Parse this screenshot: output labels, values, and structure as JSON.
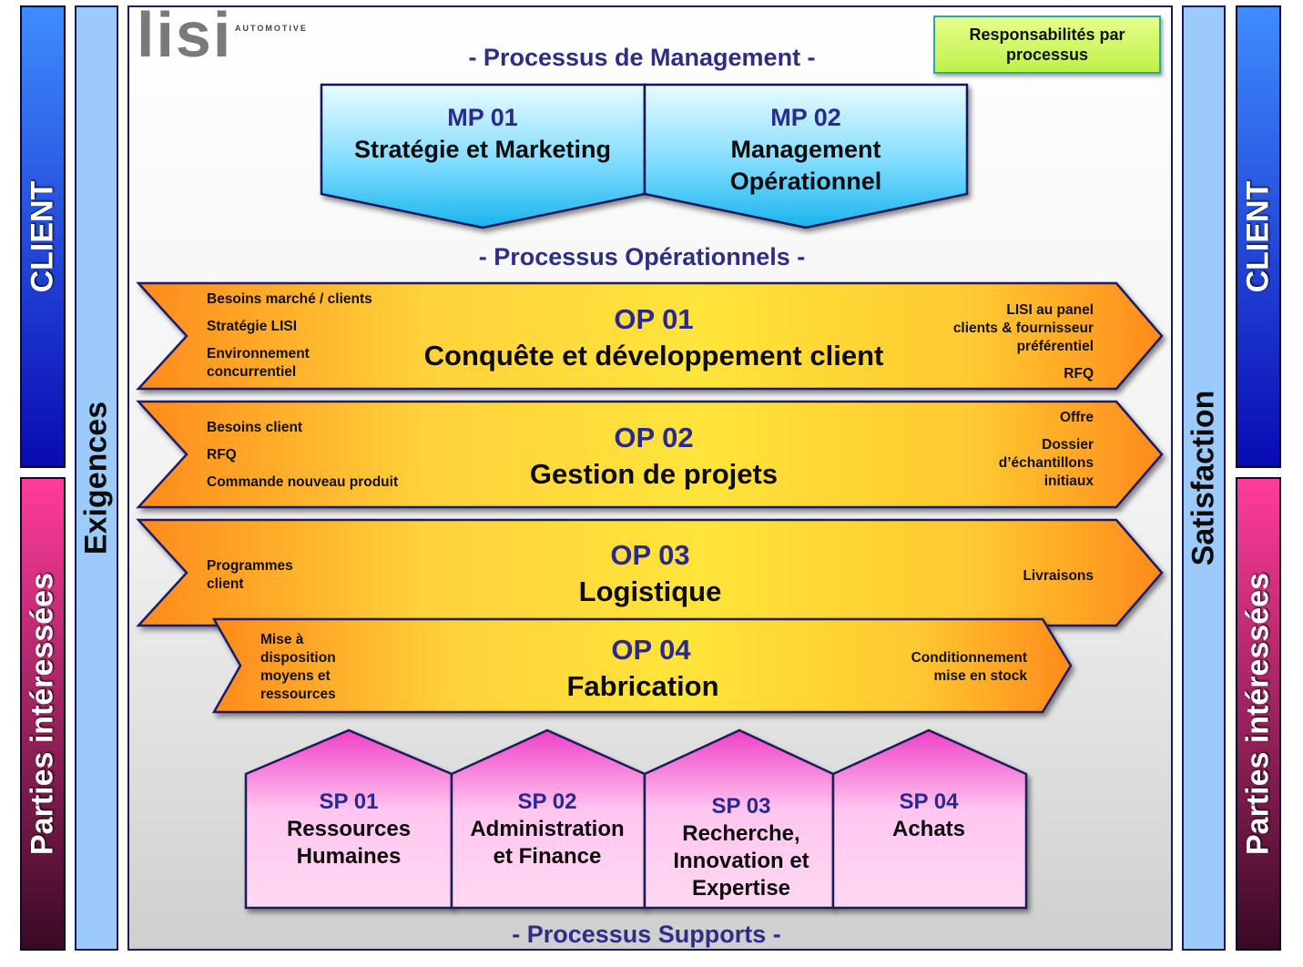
{
  "side_bars": {
    "client_left": "CLIENT",
    "client_right": "CLIENT",
    "parties_left": "Parties intéressées",
    "parties_right": "Parties intéressées",
    "exigences": "Exigences",
    "satisfaction": "Satisfaction"
  },
  "logo": {
    "brand": "lisi",
    "subbrand": "AUTOMOTIVE"
  },
  "legend_box": "Responsabilités par processus",
  "sections": {
    "management": "- Processus de Management -",
    "operational": "-  Processus Opérationnels -",
    "supports": "- Processus Supports -"
  },
  "management_processes": [
    {
      "code": "MP 01",
      "name_line1": "Stratégie et Marketing",
      "name_line2": ""
    },
    {
      "code": "MP 02",
      "name_line1": "Management",
      "name_line2": "Opérationnel"
    }
  ],
  "operational_processes": [
    {
      "code": "OP 01",
      "name": "Conquête et développement client",
      "inputs": [
        "Besoins marché / clients",
        "Stratégie LISI",
        "Environnement",
        "concurrentiel"
      ],
      "outputs": [
        "LISI au panel",
        "clients & fournisseur",
        "préférentiel",
        "RFQ"
      ]
    },
    {
      "code": "OP 02",
      "name": "Gestion de projets",
      "inputs": [
        "Besoins client",
        "RFQ",
        "Commande nouveau produit"
      ],
      "outputs": [
        "Offre",
        "Dossier",
        "d’échantillons",
        "initiaux"
      ]
    },
    {
      "code": "OP 03",
      "name": "Logistique",
      "inputs": [
        "Programmes",
        "client"
      ],
      "outputs": [
        "Livraisons"
      ]
    },
    {
      "code": "OP 04",
      "name": "Fabrication",
      "inputs": [
        "Mise à",
        "disposition",
        "moyens et",
        "ressources"
      ],
      "outputs": [
        "Conditionnement",
        "mise en stock"
      ]
    }
  ],
  "support_processes": [
    {
      "code": "SP 01",
      "lines": [
        "Ressources",
        "Humaines"
      ]
    },
    {
      "code": "SP 02",
      "lines": [
        "Administration",
        "et Finance"
      ]
    },
    {
      "code": "SP 03",
      "lines": [
        "Recherche,",
        "Innovation et",
        "Expertise"
      ]
    },
    {
      "code": "SP 04",
      "lines": [
        "Achats"
      ]
    }
  ],
  "colors": {
    "client_bar_top": "#3f8cff",
    "client_bar_bottom": "#0a0ab4",
    "parties_bar_top": "#ff3c9a",
    "parties_bar_bottom": "#3a0a24",
    "side_light_blue": "#9ccbfb",
    "section_title": "#2e2e86",
    "op_orange": "#ff8a1c",
    "op_yellow": "#ffe43a",
    "mp_blue_top": "#d8f4ff",
    "mp_blue_bottom": "#1bb8f0",
    "sp_pink_top": "#ffd3f2",
    "sp_pink_bottom": "#f040c8",
    "legend_green": "#ccf55e"
  }
}
